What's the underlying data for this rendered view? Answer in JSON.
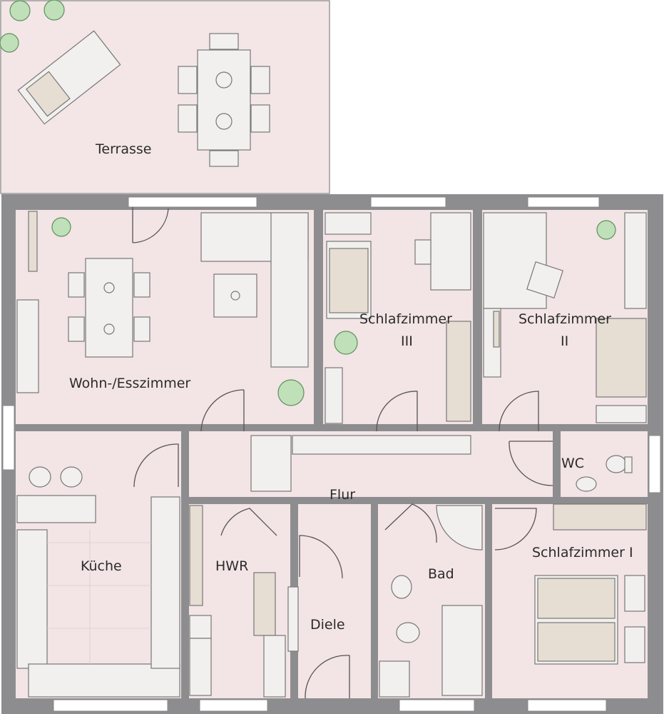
{
  "rooms": {
    "terrasse": "Terrasse",
    "wohn": "Wohn-/Esszimmer",
    "schlaf3_line1": "Schlafzimmer",
    "schlaf3_line2": "III",
    "schlaf2_line1": "Schlafzimmer",
    "schlaf2_line2": "II",
    "wc": "WC",
    "flur": "Flur",
    "kueche": "Küche",
    "hwr": "HWR",
    "bad": "Bad",
    "diele": "Diele",
    "schlaf1": "Schlafzimmer I"
  },
  "colors": {
    "wall": "#8d8d8f",
    "floor": "#f3e4e6",
    "terrace": "#f4e6e6"
  }
}
